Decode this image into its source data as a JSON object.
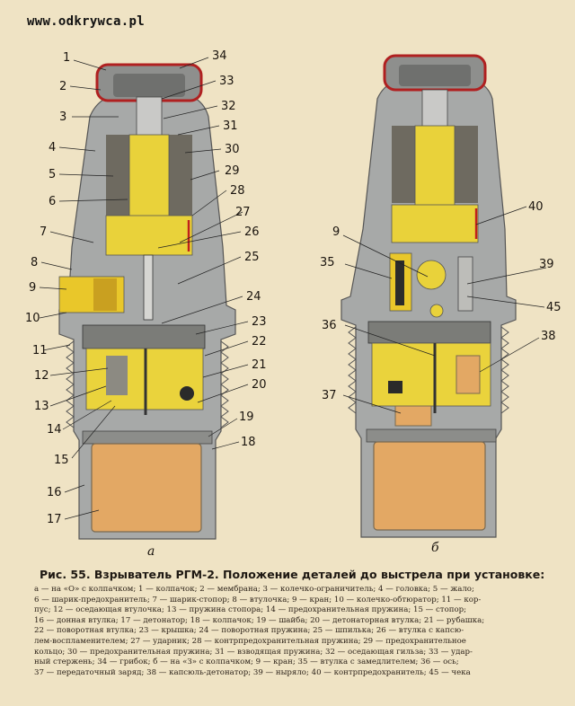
{
  "watermark": "www.odkrywca.pl",
  "callouts_a": [
    "1",
    "2",
    "3",
    "4",
    "5",
    "6",
    "7",
    "8",
    "9",
    "10",
    "11",
    "12",
    "13",
    "14",
    "15",
    "16",
    "17",
    "18",
    "19",
    "20",
    "21",
    "22",
    "23",
    "24",
    "25",
    "26",
    "27",
    "28",
    "29",
    "30",
    "31",
    "32",
    "33",
    "34"
  ],
  "callouts_b": [
    "40",
    "9",
    "35",
    "39",
    "45",
    "36",
    "38",
    "37"
  ],
  "sublabels": {
    "a": "а",
    "b": "б"
  },
  "caption": {
    "title": "Рис. 55. Взрыватель РГМ-2. Положение деталей до выстрела при установке:",
    "legend": [
      "а — на «О» с колпачком; 1 — колпачок; 2 — мембрана; 3 — колечко-ограничитель; 4 — головка; 5 — жало;",
      "6 — шарик-предохранитель; 7 — шарик-стопор; 8 — втулочка; 9 — кран; 10 — колечко-обтюратор; 11 — кор-",
      "пус; 12 — оседающая втулочка; 13 — пружина стопора; 14 — предохранительная пружина; 15 — стопор;",
      "16 — донная втулка; 17 — детонатор; 18 — колпачок; 19 — шайба; 20 — детонаторная втулка; 21 — рубашка;",
      "22 — поворотная втулка; 23 — крышка; 24 — поворотная пружина; 25 — шпилька; 26 — втулка с капсю-",
      "лем-воспламенителем; 27 — ударник; 28 — контрпредохранительная пружина; 29 — предохранительное",
      "кольцо; 30 — предохранительная пружина; 31 — взводящая пружина; 32 — оседающая гильза; 33 — удар-",
      "ный стержень; 34 — грибок; б — на «З» с колпачком; 9 — кран; 35 — втулка с замедлителем; 36 — ось;",
      "37 — передаточный заряд; 38 — капсюль-детонатор; 39 — нырялo; 40 — контрпредохранитель; 45 — чека"
    ]
  }
}
